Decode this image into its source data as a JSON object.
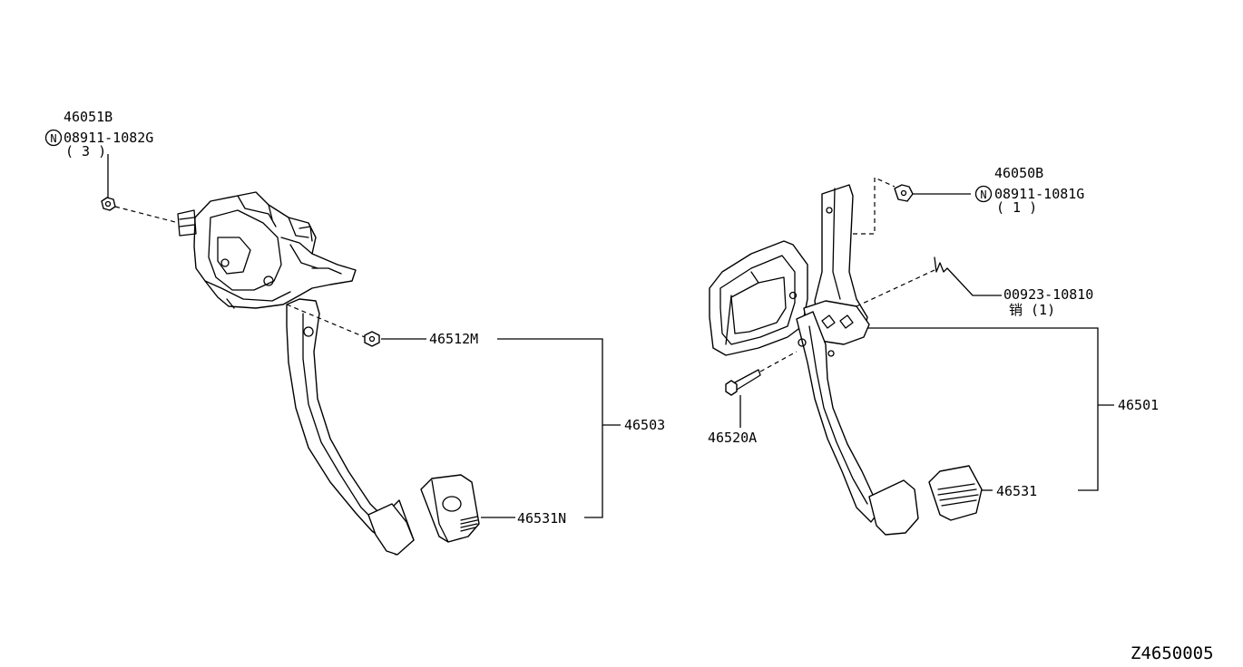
{
  "labels": {
    "part_46051B": "46051B",
    "nut_left": "08911-1082G",
    "nut_left_qty": "( 3 )",
    "part_46512M": "46512M",
    "part_46503": "46503",
    "part_46531N": "46531N",
    "part_46050B": "46050B",
    "nut_right": "08911-1081G",
    "nut_right_qty": "( 1 )",
    "pin_part": "00923-10810",
    "pin_caption": "销 (1)",
    "part_46520A": "46520A",
    "part_46501": "46501",
    "part_46531": "46531",
    "diagram_code": "Z4650005"
  },
  "symbols": {
    "nut_symbol_glyph": "N"
  },
  "icons": [
    "nut-icon",
    "bolt-icon",
    "pin-icon",
    "pedal-pad-icon",
    "pedal-assembly-icon"
  ]
}
